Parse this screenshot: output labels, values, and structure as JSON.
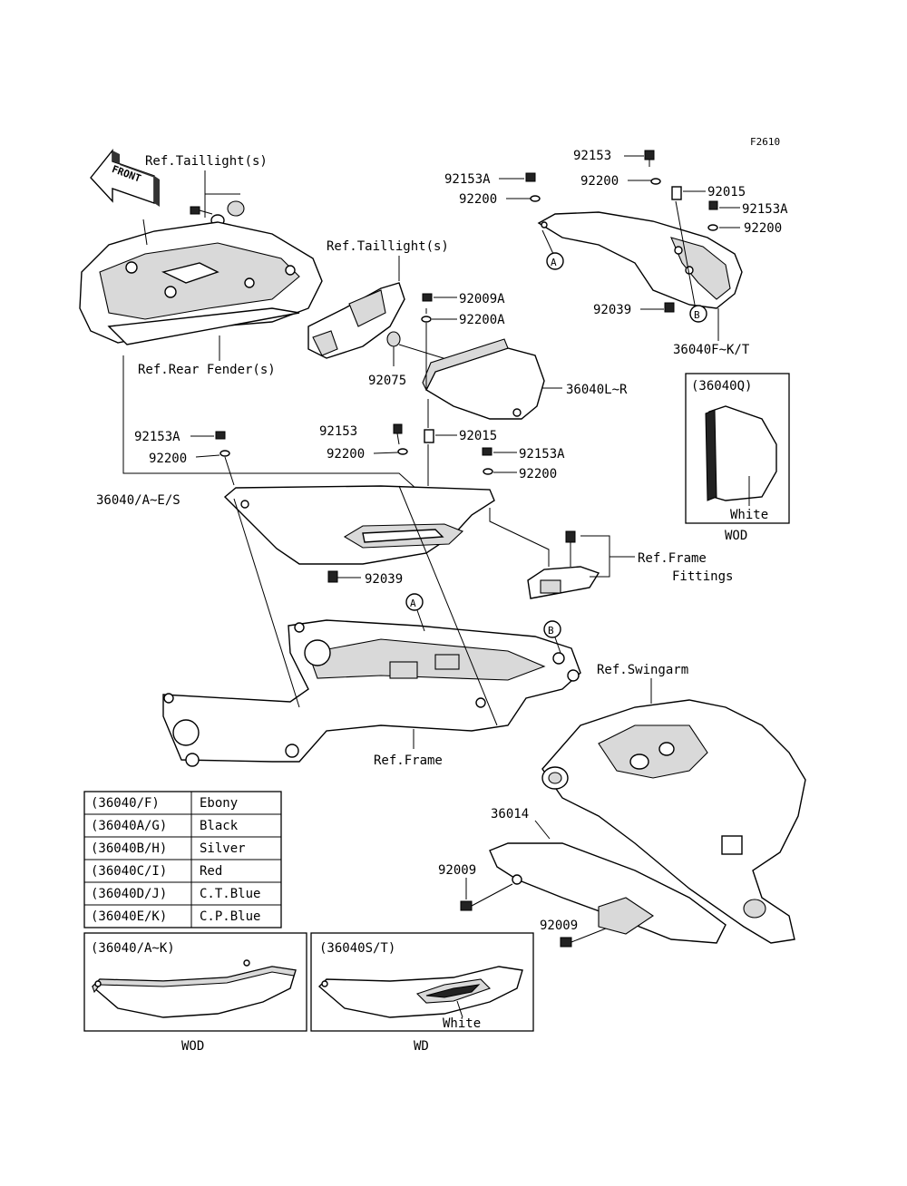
{
  "figure_code": "F2610",
  "front_arrow": "FRONT",
  "labels": {
    "ref_taillight_1": "Ref.Taillight(s)",
    "ref_taillight_2": "Ref.Taillight(s)",
    "ref_rear_fender": "Ref.Rear Fender(s)",
    "ref_frame_fittings_1": "Ref.Frame",
    "ref_frame_fittings_2": "Fittings",
    "ref_swingarm": "Ref.Swingarm",
    "ref_frame": "Ref.Frame",
    "p92153_top": "92153",
    "p92153A_top_left": "92153A",
    "p92200_top_left": "92200",
    "p92200_top_mid": "92200",
    "p92015_top": "92015",
    "p92153A_top_right": "92153A",
    "p92200_top_right": "92200",
    "p92039_top": "92039",
    "p36040FKT": "36040F~K/T",
    "p92009A": "92009A",
    "p92200A": "92200A",
    "p92075": "92075",
    "p36040LR": "36040L~R",
    "p92153_mid": "92153",
    "p92015_mid": "92015",
    "p92200_mid": "92200",
    "p92153A_left": "92153A",
    "p92200_left": "92200",
    "p92153A_right": "92153A",
    "p92200_right": "92200",
    "p36040AES": "36040/A~E/S",
    "p92039_mid": "92039",
    "p36014": "36014",
    "p92009_1": "92009",
    "p92009_2": "92009",
    "callout_a": "A",
    "callout_b": "B"
  },
  "inset_q": {
    "title": "(36040Q)",
    "note": "White",
    "caption": "WOD"
  },
  "inset_ak": {
    "title": "(36040/A~K)",
    "caption": "WOD"
  },
  "inset_st": {
    "title": "(36040S/T)",
    "note": "White",
    "caption": "WD"
  },
  "color_table": [
    {
      "part": "(36040/F)",
      "color": "Ebony"
    },
    {
      "part": "(36040A/G)",
      "color": "Black"
    },
    {
      "part": "(36040B/H)",
      "color": "Silver"
    },
    {
      "part": "(36040C/I)",
      "color": "Red"
    },
    {
      "part": "(36040D/J)",
      "color": "C.T.Blue"
    },
    {
      "part": "(36040E/K)",
      "color": "C.P.Blue"
    }
  ]
}
